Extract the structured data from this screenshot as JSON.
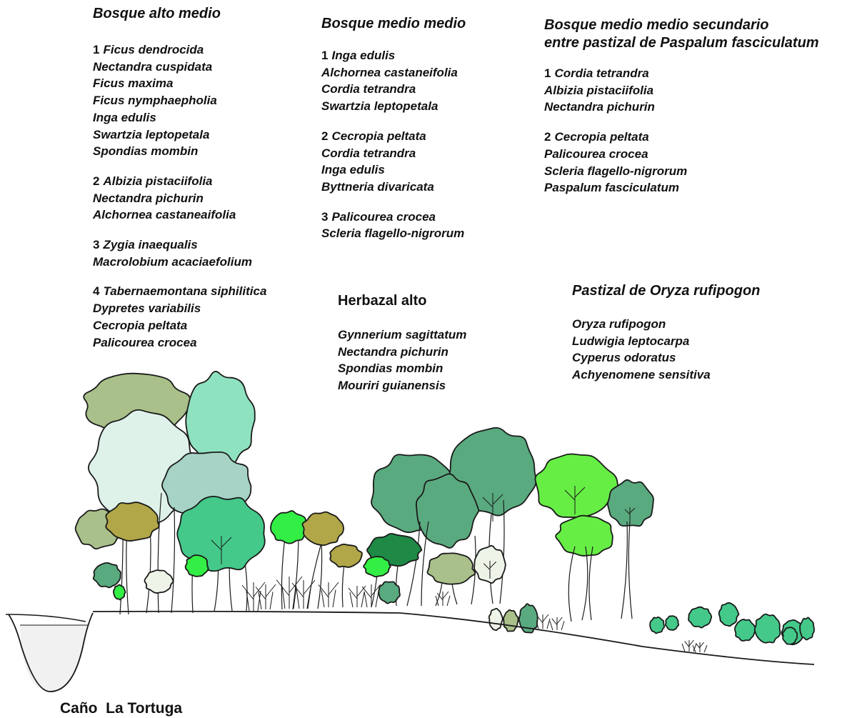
{
  "communities": {
    "bosque_alto_medio": {
      "title": "Bosque alto medio",
      "groups": [
        {
          "n": "1",
          "species": [
            "Ficus dendrocida",
            "Nectandra cuspidata",
            "Ficus maxima",
            "Ficus nymphaepholia",
            "Inga edulis",
            "Swartzia leptopetala",
            "Spondias mombin"
          ]
        },
        {
          "n": "2",
          "species": [
            "Albizia pistaciifolia",
            "Nectandra pichurin",
            "Alchornea castaneaifolia"
          ]
        },
        {
          "n": "3",
          "species": [
            "Zygia inaequalis",
            "Macrolobium acaciaefolium"
          ]
        },
        {
          "n": "4",
          "species": [
            "Tabernaemontana siphilitica",
            "Dypretes variabilis",
            "Cecropia peltata",
            "Palicourea crocea"
          ]
        }
      ]
    },
    "bosque_medio_medio": {
      "title": "Bosque medio medio",
      "groups": [
        {
          "n": "1",
          "species": [
            "Inga edulis",
            "Alchornea castaneifolia",
            "Cordia tetrandra",
            "Swartzia leptopetala"
          ]
        },
        {
          "n": "2",
          "species": [
            "Cecropia peltata",
            "Cordia tetrandra",
            "Inga edulis",
            "Byttneria divaricata"
          ]
        },
        {
          "n": "3",
          "species": [
            "Palicourea crocea",
            "Scleria flagello-nigrorum"
          ]
        }
      ]
    },
    "bosque_secundario": {
      "title_line1": "Bosque medio medio secundario",
      "title_line2": "entre pastizal de Paspalum fasciculatum",
      "groups": [
        {
          "n": "1",
          "species": [
            "Cordia tetrandra",
            "Albizia pistaciifolia",
            "Nectandra pichurin"
          ]
        },
        {
          "n": "2",
          "species": [
            "Cecropia peltata",
            "Palicourea crocea",
            "Scleria flagello-nigrorum",
            "Paspalum fasciculatum"
          ]
        }
      ]
    },
    "herbazal_alto": {
      "title": "Herbazal alto",
      "species": [
        "Gynnerium sagittatum",
        "Nectandra pichurin",
        "Spondias mombin",
        "Mouriri guianensis"
      ]
    },
    "pastizal": {
      "title": "Pastizal de Oryza rufipogon",
      "species": [
        "Oryza rufipogon",
        "Ludwigia leptocarpa",
        "Cyperus odoratus",
        "Achyenomene sensitiva"
      ]
    }
  },
  "river_label": "Caño  La Tortuga",
  "colors": {
    "outline": "#1a1a1a",
    "sage": "#a9c08a",
    "mint": "#8fe2bf",
    "pale_mint": "#dff2ea",
    "grey_teal": "#a6d3c6",
    "olive": "#b1a648",
    "teal_green": "#44c98a",
    "bright_green": "#33ee44",
    "forest": "#5aaa7f",
    "dark_green": "#1e8a46",
    "lime": "#66ee44",
    "pale": "#eef3e8",
    "channel": "#f1f1f1"
  }
}
